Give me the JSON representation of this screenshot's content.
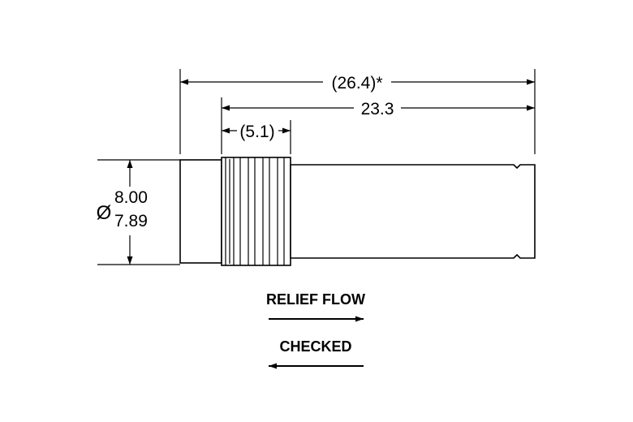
{
  "dimensions": {
    "overall": "(26.4)*",
    "body": "23.3",
    "thread": "(5.1)",
    "diameter_symbol": "Ø",
    "diameter_max": "8.00",
    "diameter_min": "7.89"
  },
  "flow": {
    "relief_label": "RELIEF FLOW",
    "relief_direction": "right",
    "checked_label": "CHECKED",
    "checked_direction": "left"
  }
}
